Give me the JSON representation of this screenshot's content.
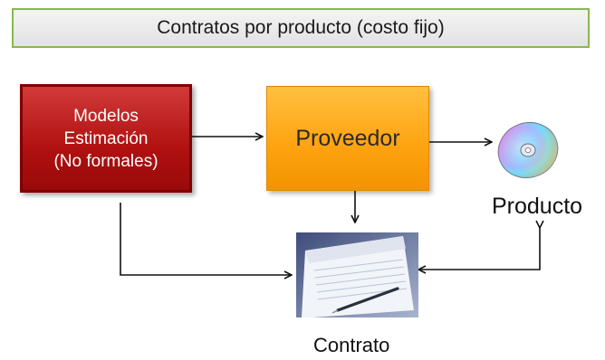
{
  "title": "Contratos por producto (costo fijo)",
  "nodes": {
    "models": {
      "lines": [
        "Modelos",
        "Estimación",
        "(No formales)"
      ]
    },
    "provider": {
      "label": "Proveedor"
    },
    "product": {
      "label": "Producto"
    },
    "contract": {
      "label": "Contrato"
    }
  },
  "colors": {
    "title_border": "#86b94e",
    "models_fill": "#b01010",
    "provider_fill": "#ffa412"
  },
  "icons": {
    "product": "cd-disc-icon",
    "contract": "contract-document-icon"
  }
}
